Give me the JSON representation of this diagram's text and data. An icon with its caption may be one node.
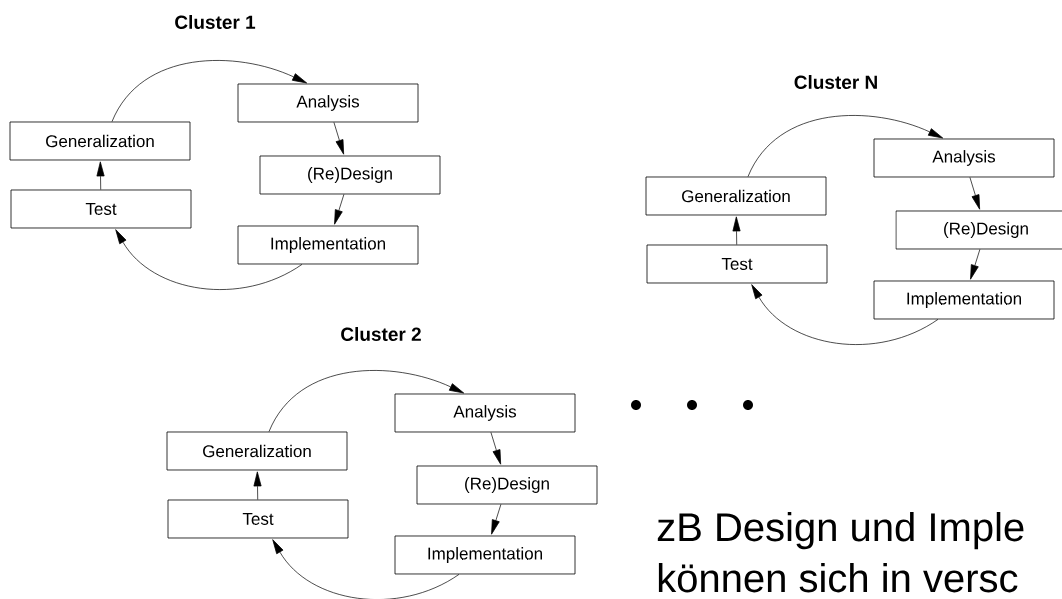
{
  "diagram": {
    "nodes": [
      {
        "text": [
          "Analysis"
        ]
      },
      {
        "text": [
          "Generalization"
        ]
      },
      {
        "text": [
          "(Re)Design"
        ]
      },
      {
        "text": [
          "Test"
        ]
      },
      {
        "text": [
          "Implementation"
        ]
      },
      {
        "text": [
          "Analysis"
        ]
      },
      {
        "text": [
          "Generalization"
        ]
      },
      {
        "text": [
          "(Re)Design"
        ]
      },
      {
        "text": [
          "Test"
        ]
      },
      {
        "text": [
          "Implementation"
        ]
      },
      {
        "text": [
          "Analysis"
        ]
      },
      {
        "text": [
          "Generalization"
        ]
      },
      {
        "text": [
          "(Re)Design"
        ]
      },
      {
        "text": [
          "Test"
        ]
      },
      {
        "text": [
          "Implementation"
        ]
      }
    ],
    "edges": [
      {
        "from": 1,
        "to": 0,
        "arrow": "to"
      },
      {
        "from": 0,
        "to": 2,
        "arrow": "to"
      },
      {
        "from": 2,
        "to": 4,
        "arrow": "to"
      },
      {
        "from": 4,
        "to": 3,
        "arrow": "to"
      },
      {
        "from": 3,
        "to": 1,
        "arrow": "to"
      },
      {
        "from": 6,
        "to": 5,
        "arrow": "to"
      },
      {
        "from": 5,
        "to": 7,
        "arrow": "to"
      },
      {
        "from": 7,
        "to": 9,
        "arrow": "to"
      },
      {
        "from": 9,
        "to": 8,
        "arrow": "to"
      },
      {
        "from": 8,
        "to": 6,
        "arrow": "to"
      },
      {
        "from": 11,
        "to": 10,
        "arrow": "to"
      },
      {
        "from": 10,
        "to": 12,
        "arrow": "to"
      },
      {
        "from": 12,
        "to": 14,
        "arrow": "to"
      },
      {
        "from": 14,
        "to": 13,
        "arrow": "to"
      },
      {
        "from": 13,
        "to": 11,
        "arrow": "to"
      }
    ],
    "labels": [
      "Cluster 1",
      "Cluster N",
      "Cluster 2",
      "zB Design und Imple",
      "können sich in versc"
    ]
  }
}
